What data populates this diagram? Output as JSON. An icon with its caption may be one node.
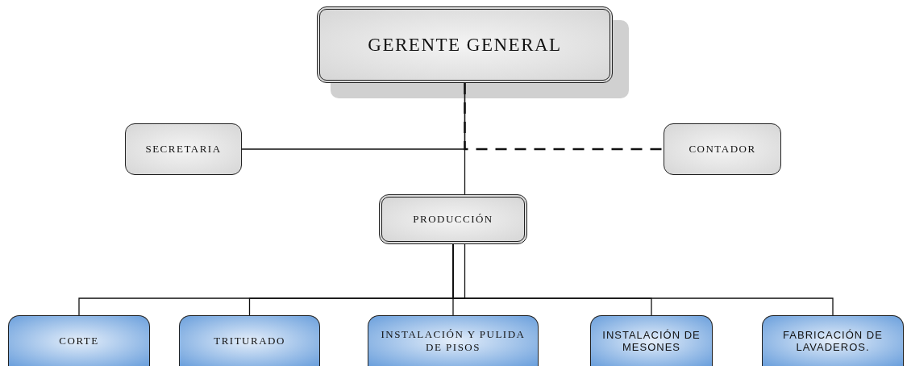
{
  "diagram": {
    "nodes": [
      {
        "text": [
          "GERENTE GENERAL"
        ]
      },
      {
        "text": [
          "SECRETARIA"
        ]
      },
      {
        "text": [
          "CONTADOR"
        ]
      },
      {
        "text": [
          "PRODUCCIÓN"
        ]
      },
      {
        "text": [
          "CORTE"
        ]
      },
      {
        "text": [
          "TRITURADO"
        ]
      },
      {
        "text": [
          "INSTALACIÓN Y PULIDA DE PISOS"
        ]
      },
      {
        "text": [
          "INSTALACIÓN DE MESONES"
        ]
      },
      {
        "text": [
          "FABRICACIÓN DE LAVADEROS."
        ]
      }
    ],
    "edges": [
      {
        "from": 0,
        "to": 1,
        "arrow": "none"
      },
      {
        "from": 0,
        "to": 2,
        "arrow": "none",
        "style": "dashed"
      },
      {
        "from": 0,
        "to": 3,
        "arrow": "none"
      },
      {
        "from": 3,
        "to": 4,
        "arrow": "none"
      },
      {
        "from": 3,
        "to": 5,
        "arrow": "none"
      },
      {
        "from": 3,
        "to": 6,
        "arrow": "none"
      },
      {
        "from": 3,
        "to": 7,
        "arrow": "none"
      },
      {
        "from": 3,
        "to": 8,
        "arrow": "none"
      }
    ]
  }
}
